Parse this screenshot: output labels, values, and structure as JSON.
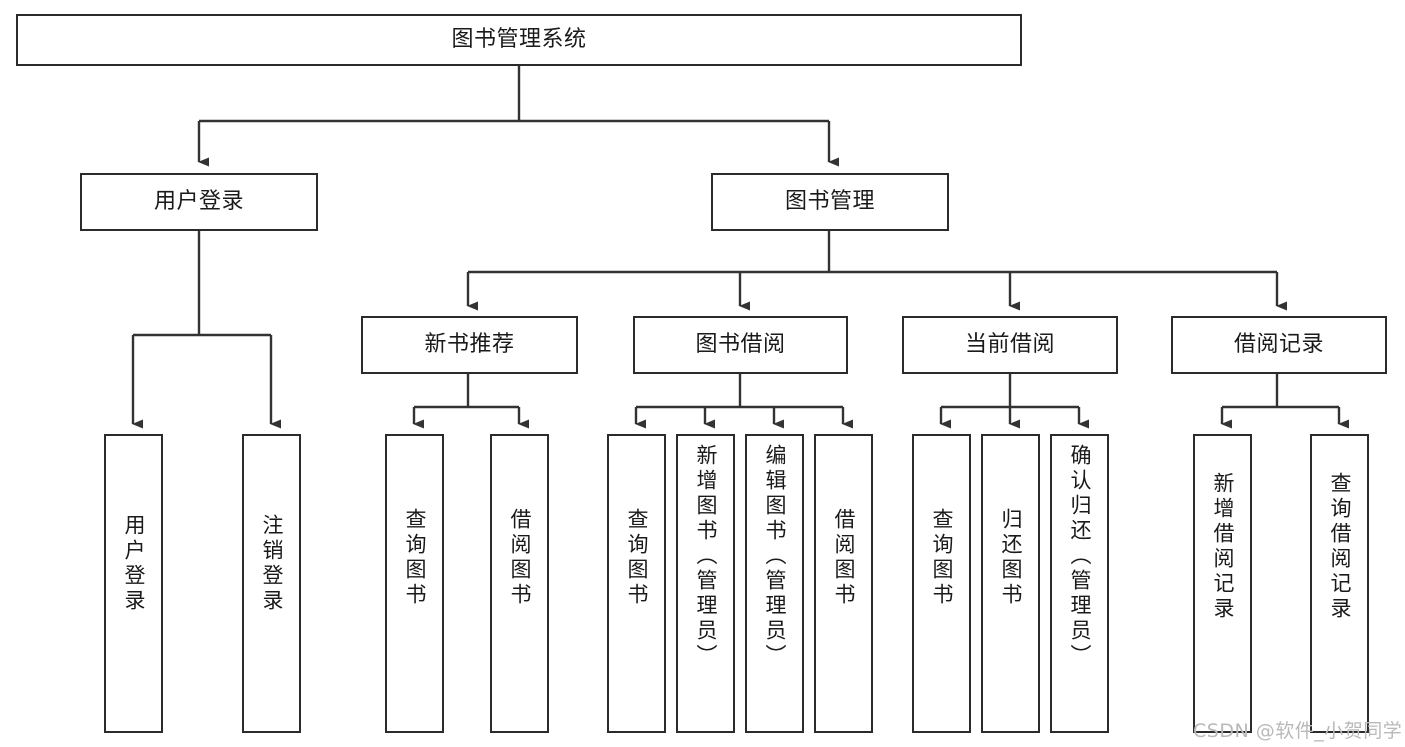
{
  "diagram": {
    "title": "图书管理系统",
    "watermark": "CSDN @软件_小贺同学",
    "colors": {
      "box_border": "#2b2b2b",
      "box_fill": "#ffffff",
      "connector": "#333333",
      "text": "#1a1a1a",
      "watermark": "#b9b9b9",
      "background": "#ffffff"
    },
    "root": {
      "label": "图书管理系统"
    },
    "level2": [
      {
        "label": "用户登录"
      },
      {
        "label": "图书管理"
      }
    ],
    "level3": [
      {
        "label": "新书推荐"
      },
      {
        "label": "图书借阅"
      },
      {
        "label": "当前借阅"
      },
      {
        "label": "借阅记录"
      }
    ],
    "leaves": {
      "user_login": [
        {
          "label": "用户登录"
        },
        {
          "label": "注销登录"
        }
      ],
      "new_book_recommend": [
        {
          "label": "查询图书"
        },
        {
          "label": "借阅图书"
        }
      ],
      "book_borrow": [
        {
          "label": "查询图书"
        },
        {
          "label": "新增图书（管理员）"
        },
        {
          "label": "编辑图书（管理员）"
        },
        {
          "label": "借阅图书"
        }
      ],
      "current_borrow": [
        {
          "label": "查询图书"
        },
        {
          "label": "归还图书"
        },
        {
          "label": "确认归还（管理员）"
        }
      ],
      "borrow_record": [
        {
          "label": "新增借阅记录"
        },
        {
          "label": "查询借阅记录"
        }
      ]
    }
  }
}
